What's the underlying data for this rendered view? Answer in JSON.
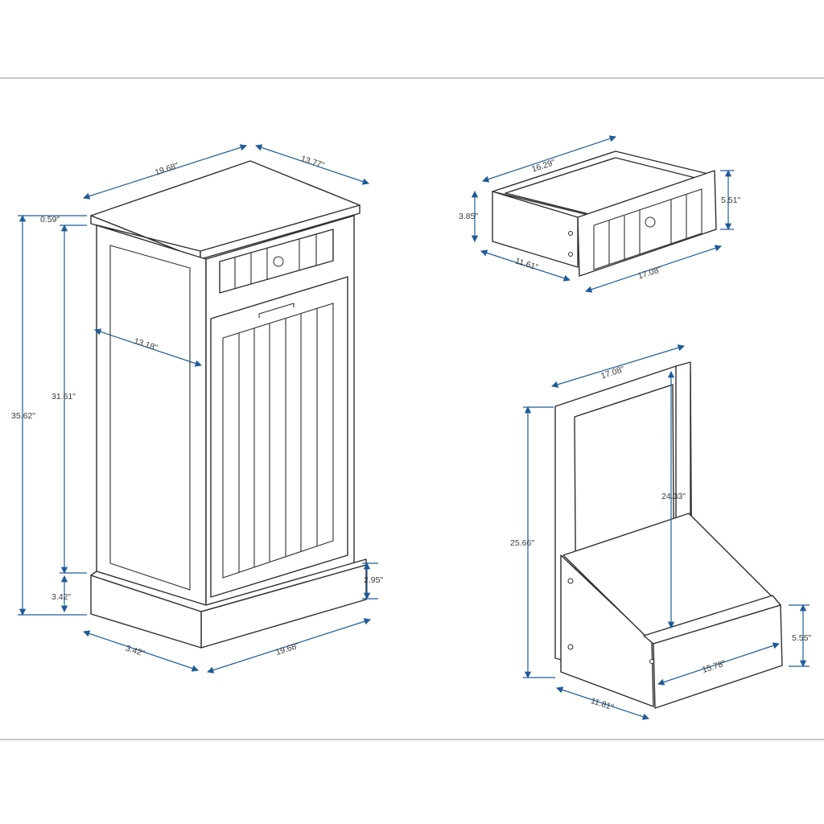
{
  "colors": {
    "dimension_line": "#1f5c99",
    "outline": "#2e2e2e",
    "frame_rule": "#c8c8c8"
  },
  "cabinet": {
    "top_width": "19.68\"",
    "top_depth": "13.77\"",
    "top_thickness": "0.59\"",
    "total_height": "35.62\"",
    "body_height": "31.61\"",
    "side_panel_depth": "13.18\"",
    "base_height_left": "3.42\"",
    "base_height_right": "2.95\"",
    "base_depth": "3.42\"",
    "base_width": "19.68\""
  },
  "drawer": {
    "length": "16.29\"",
    "side_height": "3.85\"",
    "front_height": "5.51\"",
    "depth": "11.61\"",
    "front_width": "17.08\""
  },
  "tilt_bin": {
    "width": "17.08\"",
    "inner_height": "24.33\"",
    "height": "25.66\"",
    "bin_height": "5.55\"",
    "bin_width": "15.78\"",
    "depth": "11.81\""
  }
}
